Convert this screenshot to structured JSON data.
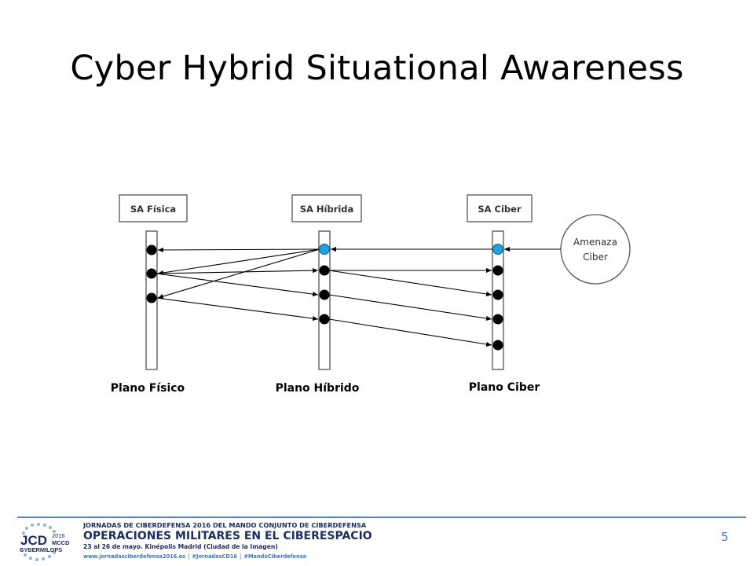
{
  "slide": {
    "title": "Cyber Hybrid Situational Awareness",
    "page_number": "5"
  },
  "diagram": {
    "lanes": [
      {
        "id": "fisica",
        "header": "SA Física",
        "plane": "Plano Físico"
      },
      {
        "id": "hibrida",
        "header": "SA Híbrida",
        "plane": "Plano Híbrido"
      },
      {
        "id": "ciber",
        "header": "SA Ciber",
        "plane": "Plano Ciber"
      }
    ],
    "threat": {
      "line1": "Amenaza",
      "line2": "Ciber"
    },
    "colors": {
      "event_node": "#000000",
      "entry_node": "#1fa2e0",
      "line": "#000000",
      "box_border": "#555555"
    }
  },
  "footer": {
    "line1": "JORNADAS DE CIBERDEFENSA 2016 DEL MANDO CONJUNTO DE CIBERDEFENSA",
    "line2": "OPERACIONES MILITARES EN EL CIBERESPACIO",
    "line3": "23 al 26 de mayo. Kinépolis Madrid (Ciudad de la Imagen)",
    "link1": "www.jornadasciberdefensa2016.es",
    "link2": "#JornadasCD16",
    "link3": "#MandoCiberdefensa",
    "separator": "|",
    "logo": {
      "main": "JCD",
      "year": "2016",
      "sub": "MCCD",
      "bottom": "CYBERMILOPS"
    },
    "colors": {
      "navy": "#1d2d63",
      "blue": "#3a78b8",
      "rule": "#5b86b5"
    }
  }
}
